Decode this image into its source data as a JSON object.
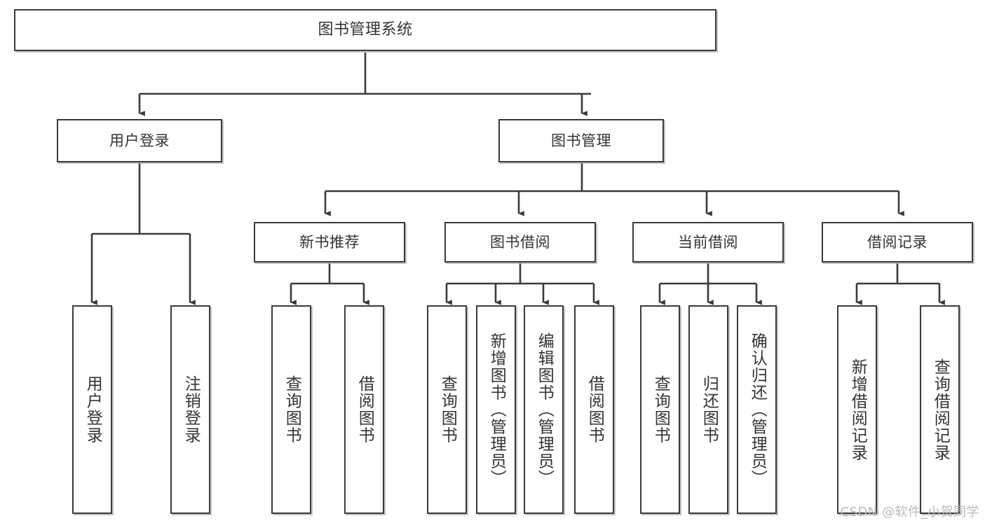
{
  "diagram": {
    "title": "图书管理系统",
    "watermark": "CSDN @软件_小贺同学",
    "colors": {
      "stroke": "#3a3a3a",
      "box_fill": "#ffffff",
      "text": "#333333",
      "watermark": "#b9b9b9",
      "background": "#ffffff"
    },
    "levels": {
      "root": "图书管理系统",
      "level2": [
        "用户登录",
        "图书管理"
      ],
      "level3": [
        "新书推荐",
        "图书借阅",
        "当前借阅",
        "借阅记录"
      ]
    },
    "nodes": {
      "root": {
        "label": "图书管理系统"
      },
      "user_login": {
        "label": "用户登录"
      },
      "book_manage": {
        "label": "图书管理"
      },
      "new_book_rec": {
        "label": "新书推荐"
      },
      "book_borrow": {
        "label": "图书借阅"
      },
      "current_borrow": {
        "label": "当前借阅"
      },
      "borrow_record": {
        "label": "借阅记录"
      },
      "leaf_user_login": {
        "label": "用户登录"
      },
      "leaf_logout": {
        "label": "注销登录"
      },
      "leaf_query_book_a": {
        "label": "查询图书"
      },
      "leaf_borrow_book_a": {
        "label": "借阅图书"
      },
      "leaf_query_book_b": {
        "label": "查询图书"
      },
      "leaf_add_book": {
        "label": "新增图书（管理员）"
      },
      "leaf_edit_book": {
        "label": "编辑图书（管理员）"
      },
      "leaf_borrow_book_b": {
        "label": "借阅图书"
      },
      "leaf_query_book_c": {
        "label": "查询图书"
      },
      "leaf_return_book": {
        "label": "归还图书"
      },
      "leaf_confirm_return": {
        "label": "确认归还（管理员）"
      },
      "leaf_add_record": {
        "label": "新增借阅记录"
      },
      "leaf_query_record": {
        "label": "查询借阅记录"
      }
    },
    "tree": [
      {
        "label": "图书管理系统",
        "children": [
          {
            "label": "用户登录",
            "children": [
              {
                "label": "用户登录"
              },
              {
                "label": "注销登录"
              }
            ]
          },
          {
            "label": "图书管理",
            "children": [
              {
                "label": "新书推荐",
                "children": [
                  {
                    "label": "查询图书"
                  },
                  {
                    "label": "借阅图书"
                  }
                ]
              },
              {
                "label": "图书借阅",
                "children": [
                  {
                    "label": "查询图书"
                  },
                  {
                    "label": "新增图书（管理员）"
                  },
                  {
                    "label": "编辑图书（管理员）"
                  },
                  {
                    "label": "借阅图书"
                  }
                ]
              },
              {
                "label": "当前借阅",
                "children": [
                  {
                    "label": "查询图书"
                  },
                  {
                    "label": "归还图书"
                  },
                  {
                    "label": "确认归还（管理员）"
                  }
                ]
              },
              {
                "label": "借阅记录",
                "children": [
                  {
                    "label": "新增借阅记录"
                  },
                  {
                    "label": "查询借阅记录"
                  }
                ]
              }
            ]
          }
        ]
      }
    ]
  }
}
